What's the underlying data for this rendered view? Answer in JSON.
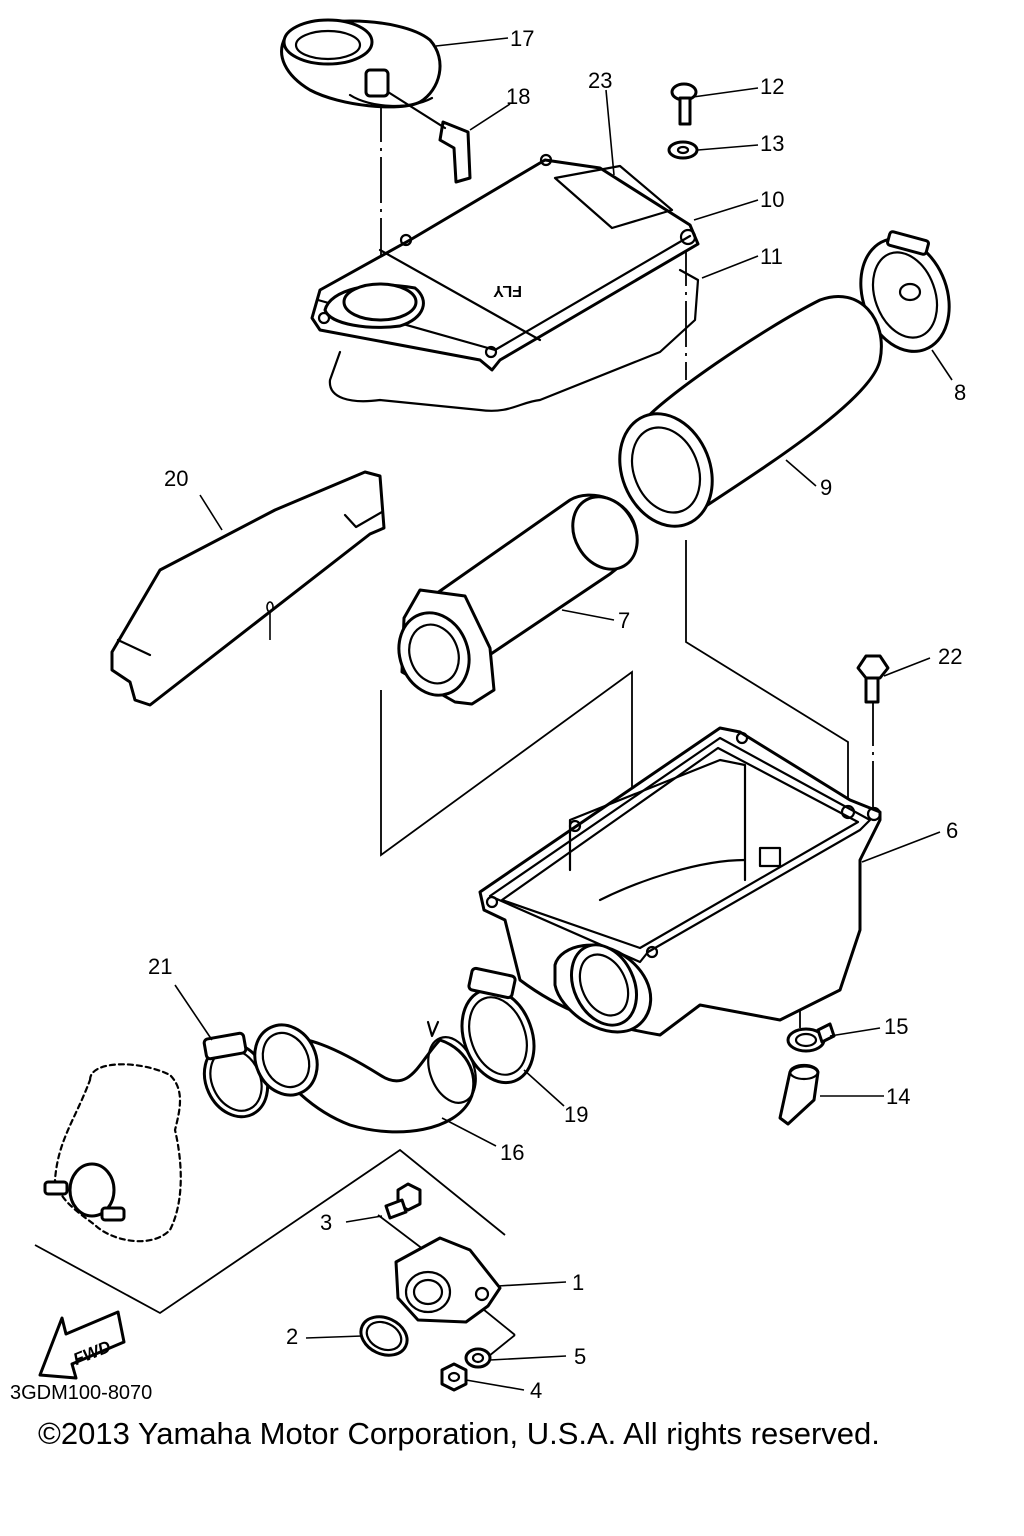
{
  "diagram": {
    "code": "3GDM100-8070",
    "copyright": "©2013 Yamaha Motor Corporation, U.S.A. All rights reserved.",
    "fwd_arrow_text": "FWD",
    "lid_marking": "FLY"
  },
  "callouts": [
    "1",
    "2",
    "3",
    "4",
    "5",
    "6",
    "7",
    "8",
    "9",
    "10",
    "11",
    "12",
    "13",
    "14",
    "15",
    "16",
    "17",
    "18",
    "19",
    "20",
    "21",
    "22",
    "23"
  ]
}
